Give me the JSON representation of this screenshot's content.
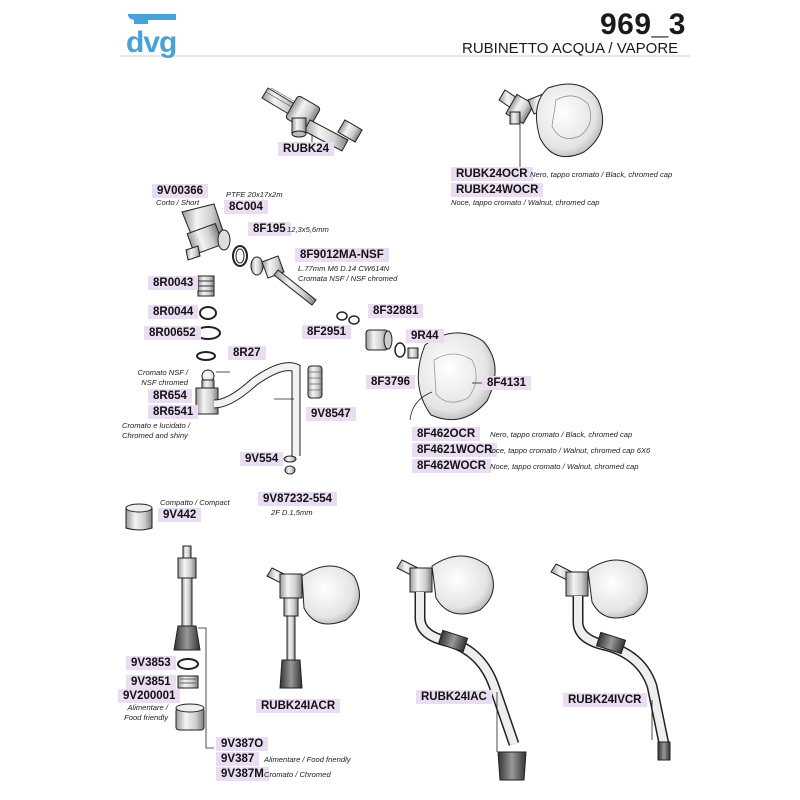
{
  "header": {
    "brand": "dvg",
    "code": "969_3",
    "title": "RUBINETTO ACQUA / VAPORE"
  },
  "colors": {
    "label_bg": "#eadcf2",
    "brand": "#4aa0d8",
    "line": "#222222"
  },
  "parts": {
    "rubk24": "RUBK24",
    "rubk24ocr": "RUBK24OCR",
    "rubk24ocr_note": "Nero, tappo cromato / Black, chromed cap",
    "rubk24wocr": "RUBK24WOCR",
    "rubk24wocr_note": "Noce, tappo cromato / Walnut, chromed cap",
    "9v00366": "9V00366",
    "9v00366_note": "Corto / Short",
    "8c004_note": "PTFE 20x17x2m",
    "8c004": "8C004",
    "8f195": "8F195",
    "8f195_note": "12,3x5,6mm",
    "8f9012": "8F9012MA-NSF",
    "8f9012_note1": "L.77mm M6 D.14 CW614N",
    "8f9012_note2": "Cromata NSF / NSF chromed",
    "8r0043": "8R0043",
    "8r0044": "8R0044",
    "8r00652": "8R00652",
    "8f2951": "8F2951",
    "8f32881": "8F32881",
    "9r44": "9R44",
    "8r27": "8R27",
    "8r654_note1": "Cromato NSF /",
    "8r654_note2": "NSF chromed",
    "8r654": "8R654",
    "8r6541": "8R6541",
    "8r6541_note1": "Cromato e lucidato /",
    "8r6541_note2": "Chromed and shiny",
    "8f3796": "8F3796",
    "8f4131": "8F4131",
    "9v8547": "9V8547",
    "8f462ocr": "8F462OCR",
    "8f462ocr_note": "Nero, tappo cromato / Black, chromed cap",
    "8f4621wocr": "8F4621WOCR",
    "8f4621wocr_note": "loce, tappo cromato / Walnut, chromed cap 6X6",
    "8f462wocr": "8F462WOCR",
    "8f462wocr_note": "Noce, tappo cromato / Walnut, chromed cap",
    "9v554": "9V554",
    "9v87232": "9V87232-554",
    "9v87232_note": "2F D.1,5mm",
    "9v442_note": "Compatto / Compact",
    "9v442": "9V442",
    "9v3853": "9V3853",
    "9v3851": "9V3851",
    "9v200001": "9V200001",
    "9v200001_note1": "Alimentare /",
    "9v200001_note2": "Food friendly",
    "9v387o": "9V387O",
    "9v387": "9V387",
    "9v387_note": "Alimentare / Food friendly",
    "9v387m": "9V387M",
    "9v387m_note": "Cromato / Chromed",
    "rubk24iacr": "RUBK24IACR",
    "rubk24iac": "RUBK24IAC",
    "rubk24ivcr": "RUBK24IVCR"
  }
}
